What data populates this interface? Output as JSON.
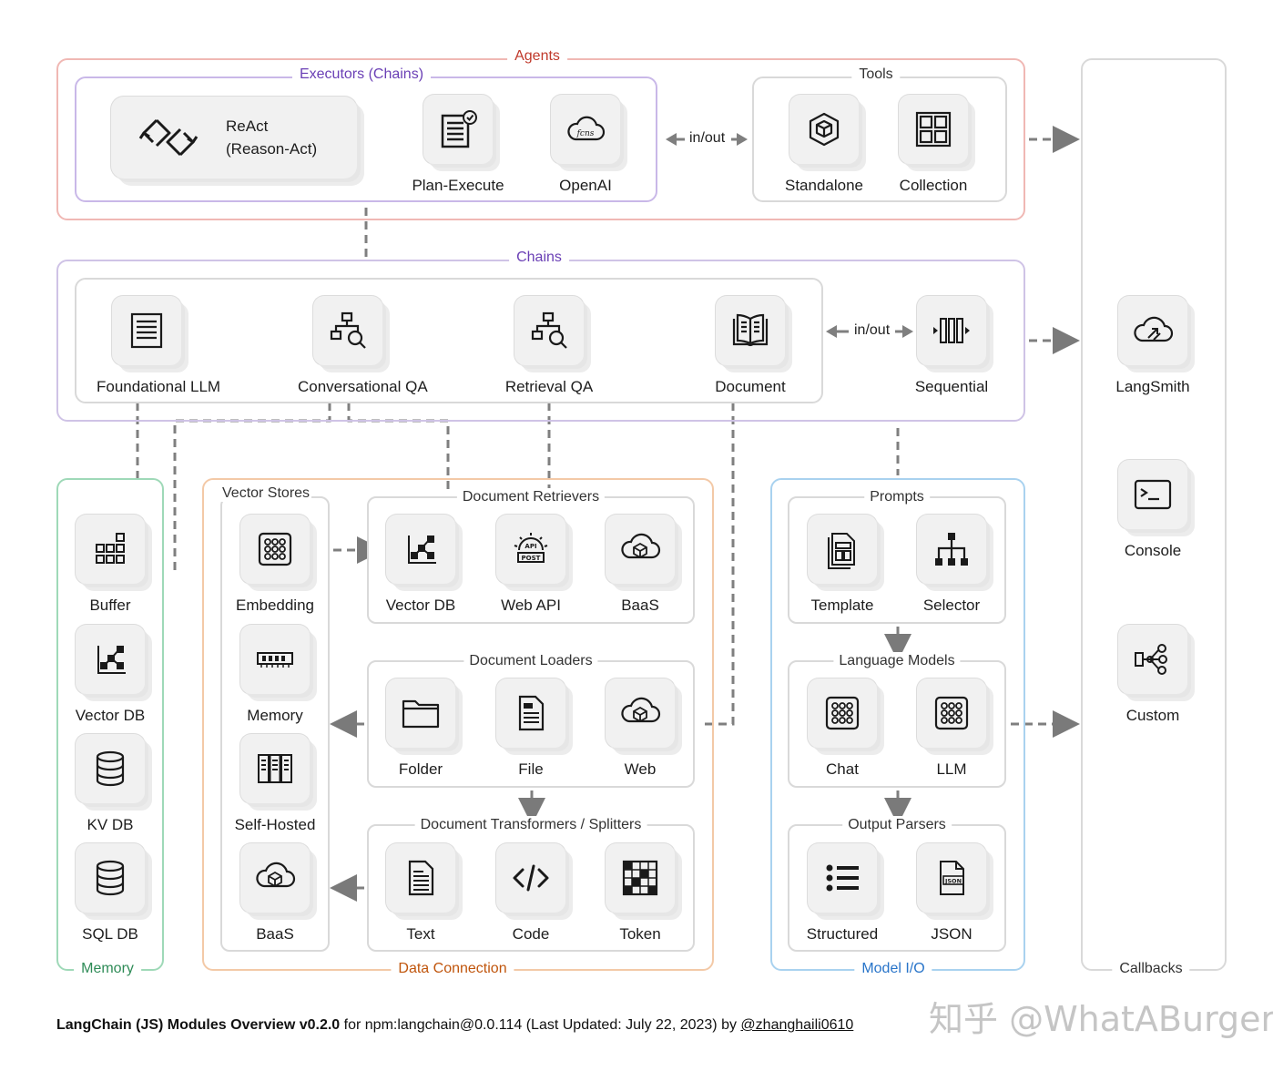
{
  "colors": {
    "agents": "#f0b8b4",
    "chains": "#cfc3e6",
    "executors": "#c9b8e8",
    "memory": "#9fd9b8",
    "data_connection": "#f3c9a7",
    "model_io": "#a9d2ef",
    "callbacks": "#d9d9d9",
    "purple_text": "#6a3fb5",
    "red_text": "#c0392b",
    "green_text": "#2e8b57",
    "orange_text": "#c0550c",
    "blue_text": "#2874c9"
  },
  "agents": {
    "title": "Agents",
    "executors": {
      "title": "Executors (Chains)",
      "react": {
        "line1": "ReAct",
        "line2": "(Reason-Act)",
        "icon": "react-cycle-icon"
      },
      "items": [
        {
          "label": "Plan-Execute",
          "icon": "checklist-icon"
        },
        {
          "label": "OpenAI",
          "icon": "cloud-function-icon"
        }
      ]
    },
    "inout": "in/out",
    "tools": {
      "title": "Tools",
      "items": [
        {
          "label": "Standalone",
          "icon": "cube-icon"
        },
        {
          "label": "Collection",
          "icon": "grid-collection-icon"
        }
      ]
    }
  },
  "chains": {
    "title": "Chains",
    "items": [
      {
        "label": "Foundational LLM",
        "icon": "list-lines-icon"
      },
      {
        "label": "Conversational QA",
        "icon": "tree-search-icon"
      },
      {
        "label": "Retrieval QA",
        "icon": "tree-search-icon"
      },
      {
        "label": "Document",
        "icon": "open-book-icon"
      }
    ],
    "inout": "in/out",
    "sequential": {
      "label": "Sequential",
      "icon": "sequence-icon"
    }
  },
  "memory": {
    "title": "Memory",
    "items": [
      {
        "label": "Buffer",
        "icon": "buffer-grid-icon"
      },
      {
        "label": "Vector DB",
        "icon": "vector-nodes-icon"
      },
      {
        "label": "KV DB",
        "icon": "database-icon"
      },
      {
        "label": "SQL DB",
        "icon": "database-icon"
      }
    ]
  },
  "data_connection": {
    "title": "Data Connection",
    "vector_stores": {
      "title": "Vector Stores",
      "items": [
        {
          "label": "Embedding",
          "icon": "chip-icon"
        },
        {
          "label": "Memory",
          "icon": "memory-stick-icon"
        },
        {
          "label": "Self-Hosted",
          "icon": "server-rack-icon"
        },
        {
          "label": "BaaS",
          "icon": "cloud-cube-icon"
        }
      ]
    },
    "retrievers": {
      "title": "Document Retrievers",
      "items": [
        {
          "label": "Vector DB",
          "icon": "vector-nodes-icon"
        },
        {
          "label": "Web API",
          "icon": "api-post-icon"
        },
        {
          "label": "BaaS",
          "icon": "cloud-cube-icon"
        }
      ]
    },
    "loaders": {
      "title": "Document Loaders",
      "items": [
        {
          "label": "Folder",
          "icon": "folder-icon"
        },
        {
          "label": "File",
          "icon": "file-icon"
        },
        {
          "label": "Web",
          "icon": "cloud-cube-icon"
        }
      ]
    },
    "transformers": {
      "title": "Document Transformers / Splitters",
      "items": [
        {
          "label": "Text",
          "icon": "text-doc-icon"
        },
        {
          "label": "Code",
          "icon": "code-icon"
        },
        {
          "label": "Token",
          "icon": "token-grid-icon"
        }
      ]
    }
  },
  "model_io": {
    "title": "Model I/O",
    "prompts": {
      "title": "Prompts",
      "items": [
        {
          "label": "Template",
          "icon": "template-icon"
        },
        {
          "label": "Selector",
          "icon": "hierarchy-icon"
        }
      ]
    },
    "language_models": {
      "title": "Language Models",
      "items": [
        {
          "label": "Chat",
          "icon": "chip-icon"
        },
        {
          "label": "LLM",
          "icon": "chip-icon"
        }
      ]
    },
    "output_parsers": {
      "title": "Output Parsers",
      "items": [
        {
          "label": "Structured",
          "icon": "bullet-list-icon"
        },
        {
          "label": "JSON",
          "icon": "json-file-icon"
        }
      ]
    }
  },
  "callbacks": {
    "title": "Callbacks",
    "items": [
      {
        "label": "LangSmith",
        "icon": "cloud-share-icon"
      },
      {
        "label": "Console",
        "icon": "terminal-icon"
      },
      {
        "label": "Custom",
        "icon": "share-nodes-icon"
      }
    ]
  },
  "footer": {
    "bold": "LangChain (JS) Modules Overview v0.2.0",
    "rest": " for npm:langchain@0.0.114 (Last Updated: July 22, 2023) by ",
    "author": "@zhanghaili0610"
  },
  "watermark": "知乎 @WhatABurger"
}
